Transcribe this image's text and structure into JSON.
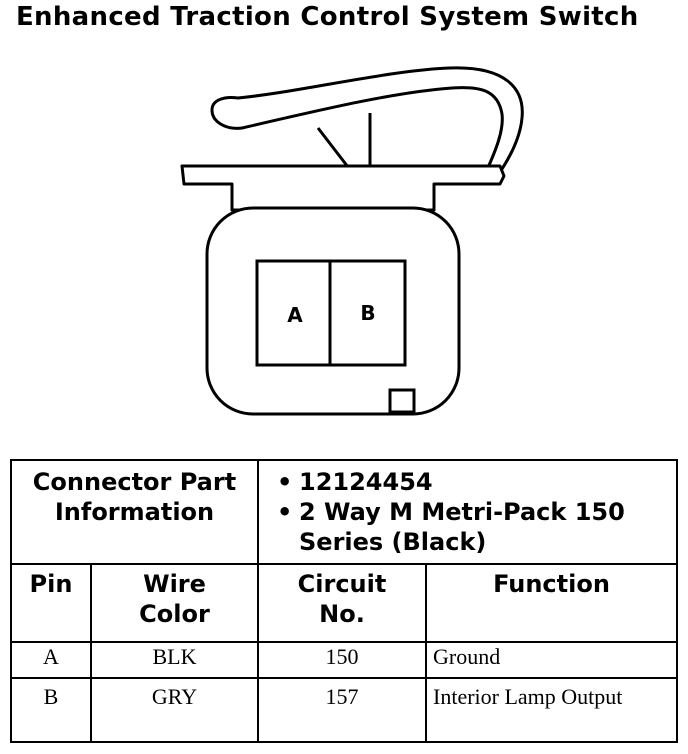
{
  "title": "Enhanced Traction Control System Switch",
  "connector": {
    "terminals": [
      "A",
      "B"
    ]
  },
  "table": {
    "part_info_label": "Connector Part Information",
    "part_info_items": [
      "12124454",
      "2 Way M Metri-Pack 150 Series (Black)"
    ],
    "columns": [
      "Pin",
      "Wire Color",
      "Circuit No.",
      "Function"
    ],
    "rows": [
      {
        "pin": "A",
        "wire_color": "BLK",
        "circuit": "150",
        "function": "Ground"
      },
      {
        "pin": "B",
        "wire_color": "GRY",
        "circuit": "157",
        "function": "Interior Lamp Output"
      }
    ]
  }
}
